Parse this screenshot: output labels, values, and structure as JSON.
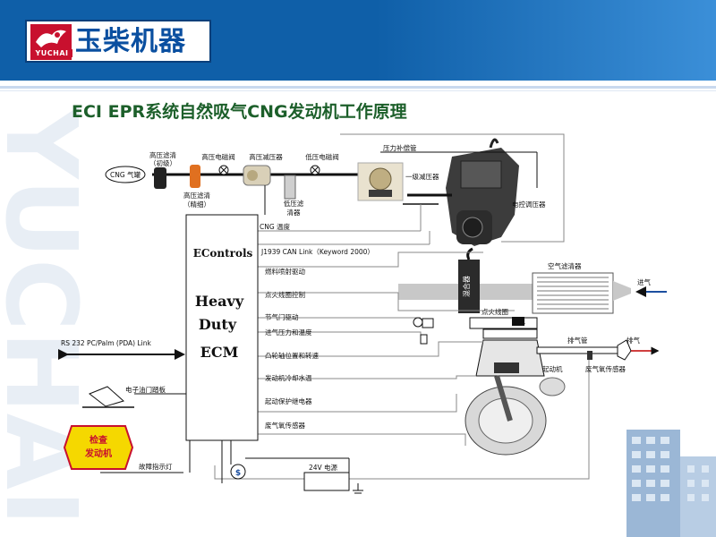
{
  "header": {
    "logo_cn": "玉柴机器",
    "logo_en": "YUCHAI",
    "watermark": "YUCHAI"
  },
  "title": "ECI EPR系统自然吸气CNG发动机工作原理",
  "components": {
    "cng_tank": "CNG 气罐",
    "hp_filter_coarse_1": "高压滤清",
    "hp_filter_coarse_2": "（初级）",
    "hp_solenoid": "高压电磁阀",
    "hp_regulator": "高压减压器",
    "lp_solenoid": "低压电磁阀",
    "hp_filter_fine_1": "高压滤清",
    "hp_filter_fine_2": "（精细）",
    "lp_filter_1": "低压滤",
    "lp_filter_2": "清器",
    "cng_temp": "CNG 温度",
    "pressure_comp_pipe": "压力补偿管",
    "stage1_regulator": "一级减压器",
    "elec_regulator": "电控调压器",
    "air_filter": "空气滤清器",
    "air_in": "进气",
    "mixer": "混合器",
    "ignition_coil": "点火线圈",
    "exhaust_pipe": "排气管",
    "exhaust_out": "排气",
    "starter": "起动机",
    "o2_sensor": "废气氧传感器",
    "pedal": "电子油门踏板",
    "check_engine_1": "检查",
    "check_engine_2": "发动机",
    "fault_lamp": "故障指示灯",
    "power_supply": "24V 电源",
    "rs232": "RS 232 PC/Palm (PDA) Link"
  },
  "ecm": {
    "econtrols": "EControls",
    "heavy": "Heavy",
    "duty": "Duty",
    "ecm": "ECM"
  },
  "signals": [
    "J1939 CAN Link（Keyword 2000）",
    "燃料喷射驱动",
    "点火线圈控制",
    "节气门驱动",
    "进气压力和温度",
    "凸轮轴位置和转速",
    "发动机冷却水温",
    "起动保护继电器",
    "废气氧传感器"
  ],
  "colors": {
    "header_blue": "#0f5fa8",
    "title_green": "#1c5f2a",
    "brand_red": "#c8102e",
    "check_engine_yellow": "#f5d800"
  }
}
